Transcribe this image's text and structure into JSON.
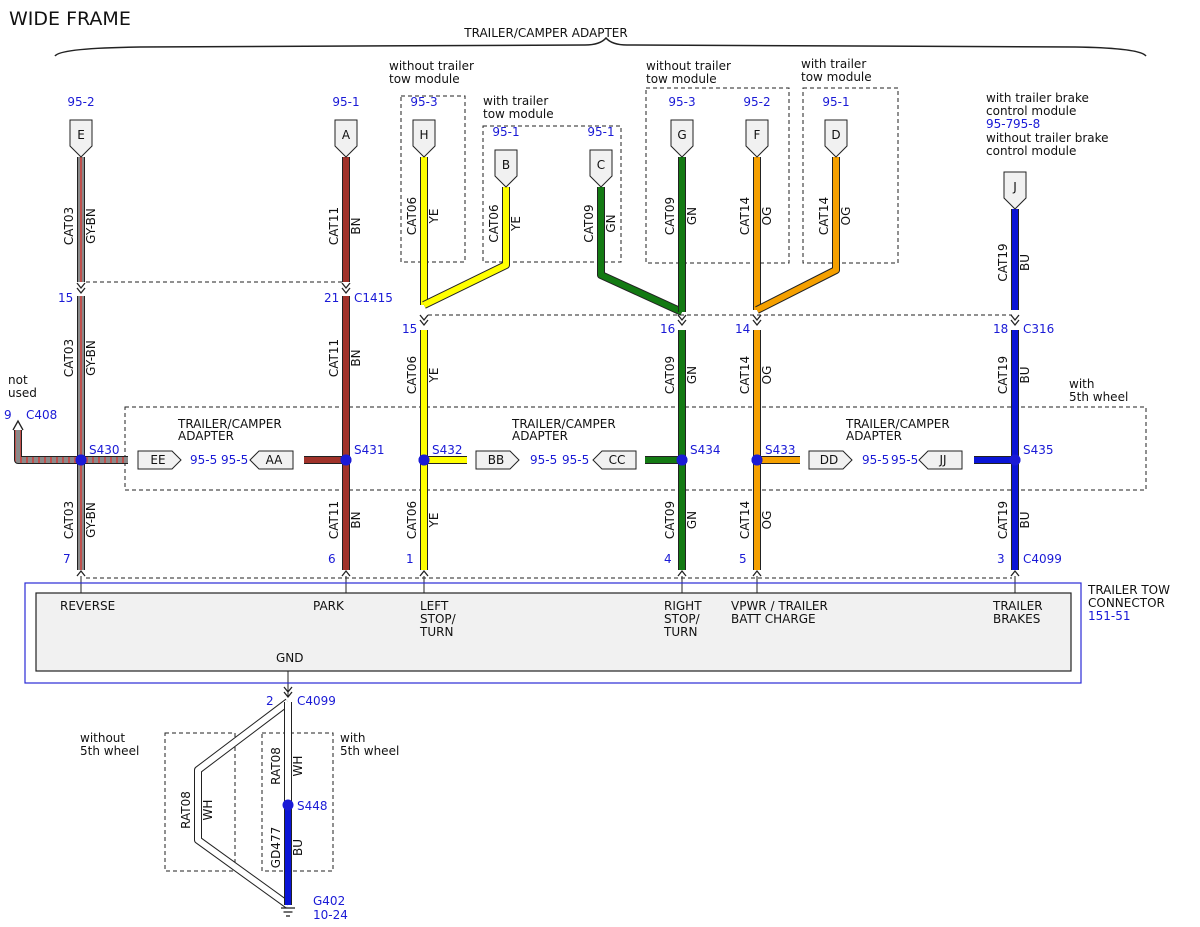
{
  "title": "WIDE FRAME",
  "top_label": "TRAILER/CAMPER ADAPTER",
  "colors": {
    "gy_bn_a": "#8a8a8a",
    "gy_bn_b": "#c0504d",
    "bn": "#a0322a",
    "ye": "#ffff00",
    "gn": "#137a13",
    "og": "#f5a000",
    "bu": "#0a14d6",
    "wh": "#ffffff",
    "ref": "#1a1ad6"
  },
  "groups": {
    "without_tow_1": "without trailer\ntow module",
    "with_tow_1": "with trailer\ntow module",
    "without_tow_2": "without trailer\ntow module",
    "with_tow_2": "with trailer\ntow module",
    "with_tbc": "with trailer brake\ncontrol module",
    "tbc_refs_a": "95-7",
    "tbc_refs_b": "95-8",
    "without_tbc": "without trailer brake\ncontrol module",
    "with_5th_top": "with\n5th wheel",
    "not_used": "not\nused",
    "without_5th": "without\n5th wheel",
    "with_5th_bottom": "with\n5th wheel"
  },
  "top_connectors": [
    {
      "letter": "E",
      "ref": "95-2",
      "circuit": "CAT03",
      "color": "GY-BN"
    },
    {
      "letter": "A",
      "ref": "95-1",
      "circuit": "CAT11",
      "color": "BN"
    },
    {
      "letter": "H",
      "ref": "95-3",
      "circuit": "CAT06",
      "color": "YE"
    },
    {
      "letter": "B",
      "ref": "95-1",
      "circuit": "CAT06",
      "color": "YE"
    },
    {
      "letter": "C",
      "ref": "95-1",
      "circuit": "CAT09",
      "color": "GN"
    },
    {
      "letter": "G",
      "ref": "95-3",
      "circuit": "CAT09",
      "color": "GN"
    },
    {
      "letter": "F",
      "ref": "95-2",
      "circuit": "CAT14",
      "color": "OG"
    },
    {
      "letter": "D",
      "ref": "95-1",
      "circuit": "CAT14",
      "color": "OG"
    },
    {
      "letter": "J",
      "ref": "",
      "circuit": "CAT19",
      "color": "BU"
    }
  ],
  "c1415": {
    "name": "C1415",
    "pins": [
      "15",
      "21"
    ]
  },
  "c316": {
    "name": "C316",
    "pins": [
      "15",
      "16",
      "14",
      "18"
    ]
  },
  "mid_wires": [
    {
      "circuit": "CAT03",
      "color": "GY-BN"
    },
    {
      "circuit": "CAT11",
      "color": "BN"
    },
    {
      "circuit": "CAT06",
      "color": "YE"
    },
    {
      "circuit": "CAT09",
      "color": "GN"
    },
    {
      "circuit": "CAT14",
      "color": "OG"
    },
    {
      "circuit": "CAT19",
      "color": "BU"
    }
  ],
  "c408": {
    "name": "C408",
    "pin": "9"
  },
  "splices": [
    "S430",
    "S431",
    "S432",
    "S434",
    "S433",
    "S435"
  ],
  "adapters": [
    {
      "label": "TRAILER/CAMPER\nADAPTER",
      "left": "EE",
      "left_ref": "95-5",
      "right_ref": "95-5",
      "right": "AA"
    },
    {
      "label": "TRAILER/CAMPER\nADAPTER",
      "left": "BB",
      "left_ref": "95-5",
      "right_ref": "95-5",
      "right": "CC"
    },
    {
      "label": "TRAILER/CAMPER\nADAPTER",
      "left": "DD",
      "left_ref": "95-5",
      "right_ref": "95-5",
      "right": "JJ"
    }
  ],
  "low_wires": [
    {
      "circuit": "CAT03",
      "color": "GY-BN",
      "pin": "7"
    },
    {
      "circuit": "CAT11",
      "color": "BN",
      "pin": "6"
    },
    {
      "circuit": "CAT06",
      "color": "YE",
      "pin": "1"
    },
    {
      "circuit": "CAT09",
      "color": "GN",
      "pin": "4"
    },
    {
      "circuit": "CAT14",
      "color": "OG",
      "pin": "5"
    },
    {
      "circuit": "CAT19",
      "color": "BU",
      "pin": "3"
    }
  ],
  "c4099": "C4099",
  "connector": {
    "name": "TRAILER TOW\nCONNECTOR",
    "ref": "151-51",
    "terminals": [
      "REVERSE",
      "PARK",
      "LEFT\nSTOP/\nTURN",
      "RIGHT\nSTOP/\nTURN",
      "VPWR / TRAILER\nBATT CHARGE",
      "TRAILER\nBRAKES"
    ],
    "gnd": "GND"
  },
  "ground": {
    "pin": "2",
    "connector": "C4099",
    "wire_a": {
      "circuit": "RAT08",
      "color": "WH"
    },
    "wire_b": {
      "circuit": "RAT08",
      "color": "WH"
    },
    "splice": "S448",
    "wire_c": {
      "circuit": "GD477",
      "color": "BU"
    },
    "ground_name": "G402",
    "ground_ref": "10-24"
  }
}
